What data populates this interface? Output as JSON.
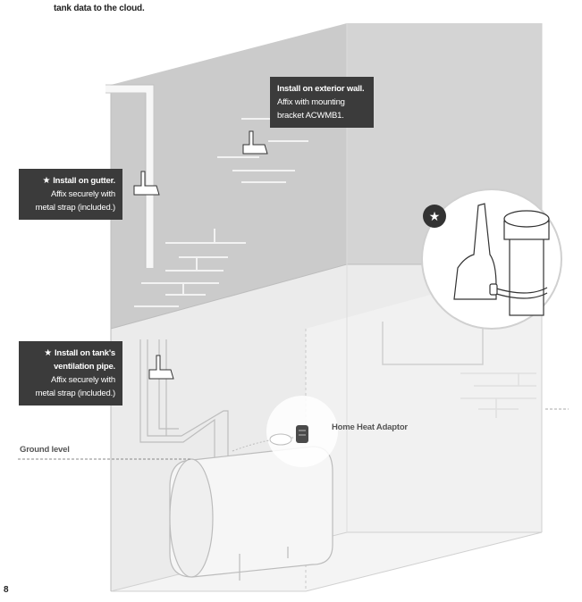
{
  "intro_text": "tank data to the cloud.",
  "callouts": {
    "exterior_wall": {
      "title": "Install on exterior wall.",
      "line1": "Affix with mounting",
      "line2": "bracket ACWMB1."
    },
    "gutter": {
      "title": "Install on gutter.",
      "line1": "Affix securely with",
      "line2": "metal strap (included.)"
    },
    "vent_pipe": {
      "title1": "Install on tank's",
      "title2": "ventilation pipe.",
      "line1": "Affix securely with",
      "line2": "metal strap (included.)"
    }
  },
  "labels": {
    "home_heat_adaptor": "Home Heat Adaptor",
    "ground_level": "Ground level"
  },
  "page_number": "8",
  "icons": {
    "star": "star-icon",
    "sensor": "tank-sensor-icon"
  },
  "colors": {
    "callout_bg": "#3b3b3b",
    "upper_wall": "#c9c9c9",
    "lower_wall": "#e8e8e8"
  }
}
